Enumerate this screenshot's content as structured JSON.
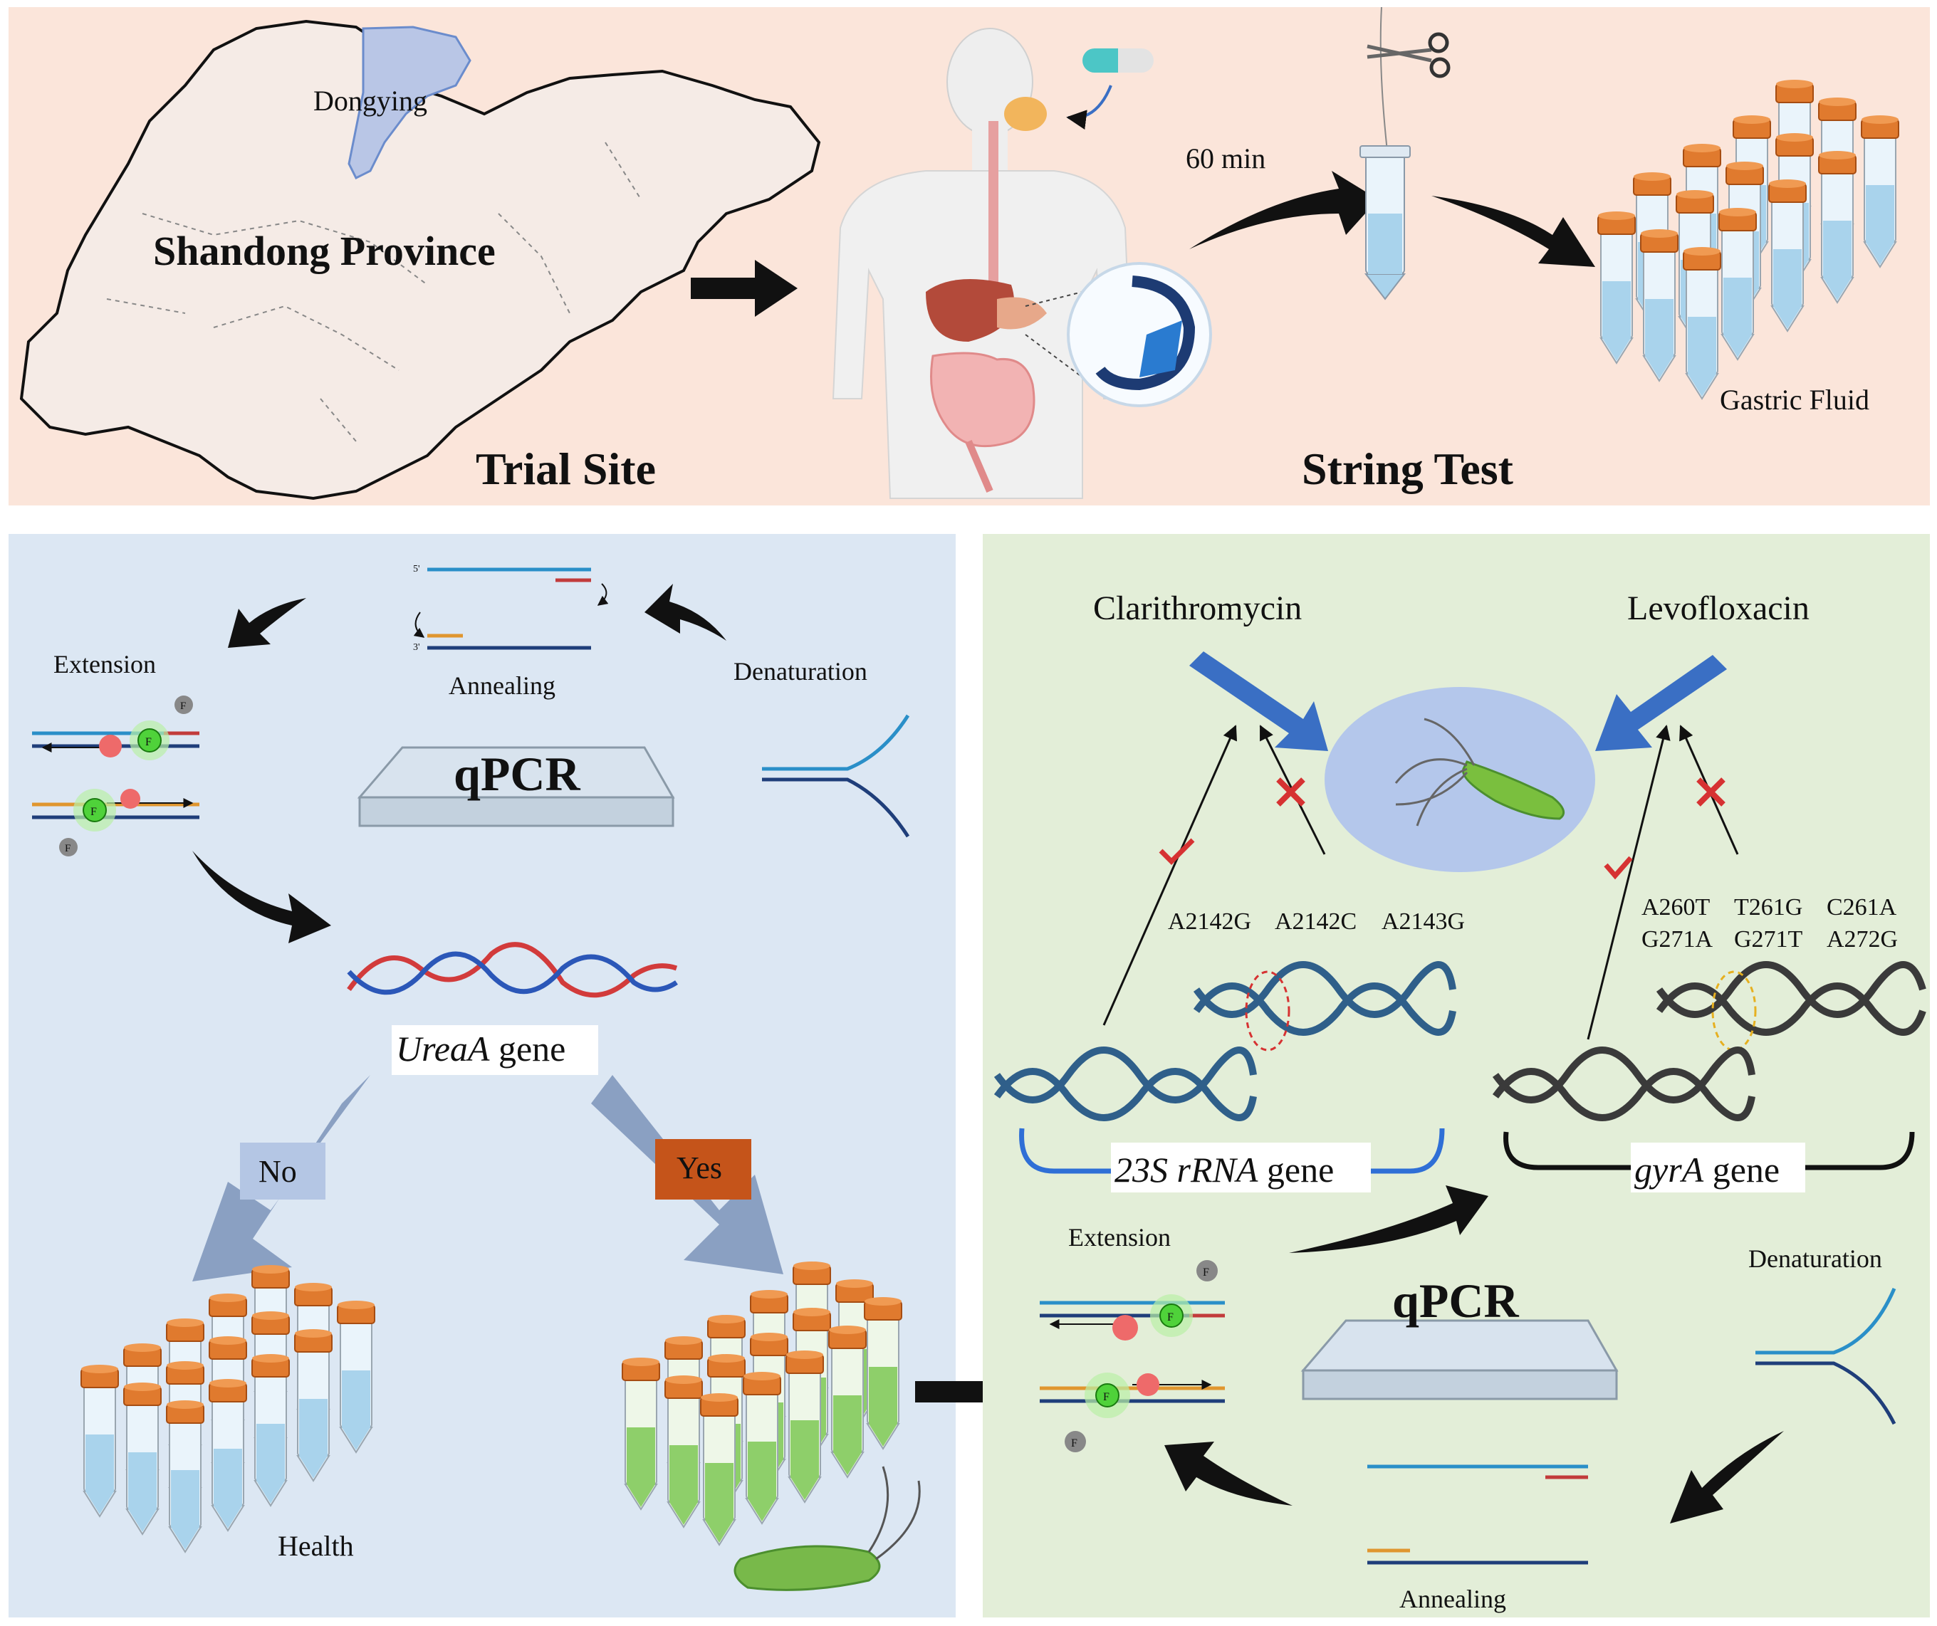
{
  "top_panel": {
    "map": {
      "region_label": "Dongying",
      "province_label": "Shandong Province"
    },
    "trial_site_label": "Trial Site",
    "string_test_label": "String Test",
    "duration_label": "60 min",
    "gastric_fluid_label": "Gastric Fluid"
  },
  "left_panel": {
    "qpcr_label": "qPCR",
    "extension_label": "Extension",
    "annealing_label": "Annealing",
    "denaturation_label": "Denaturation",
    "gene_italic": "UreaA",
    "gene_suffix": " gene",
    "no_label": "No",
    "yes_label": "Yes",
    "health_label": "Health",
    "fluor_label": "F",
    "strand_5": "5'",
    "strand_3": "3'"
  },
  "right_panel": {
    "drug_1": "Clarithromycin",
    "drug_2": "Levofloxacin",
    "mutations_23s": [
      "A2142G",
      "A2142C",
      "A2143G"
    ],
    "mutations_gyra_row1": [
      "A260T",
      "T261G",
      "C261A"
    ],
    "mutations_gyra_row2": [
      "G271A",
      "G271T",
      "A272G"
    ],
    "gene_23s_italic": "23S rRNA",
    "gene_23s_suffix": " gene",
    "gene_gyra_italic": "gyrA",
    "gene_gyra_suffix": " gene",
    "qpcr_label": "qPCR",
    "extension_label": "Extension",
    "annealing_label": "Annealing",
    "denaturation_label": "Denaturation",
    "fluor_label": "F"
  },
  "colors": {
    "top_bg": "#fbe5da",
    "left_bg": "#dce7f3",
    "right_bg": "#e3eed8",
    "cap_orange": "#e07a2e",
    "liquid_blue": "#a9d3ec",
    "liquid_green": "#8ecf6a",
    "arrow_blue": "#3a6fc4",
    "no_box": "#b4c6e4",
    "yes_box": "#c5541a",
    "mutation_blue": "#2f8fd6",
    "mutation_gray": "#9a9a9a"
  }
}
